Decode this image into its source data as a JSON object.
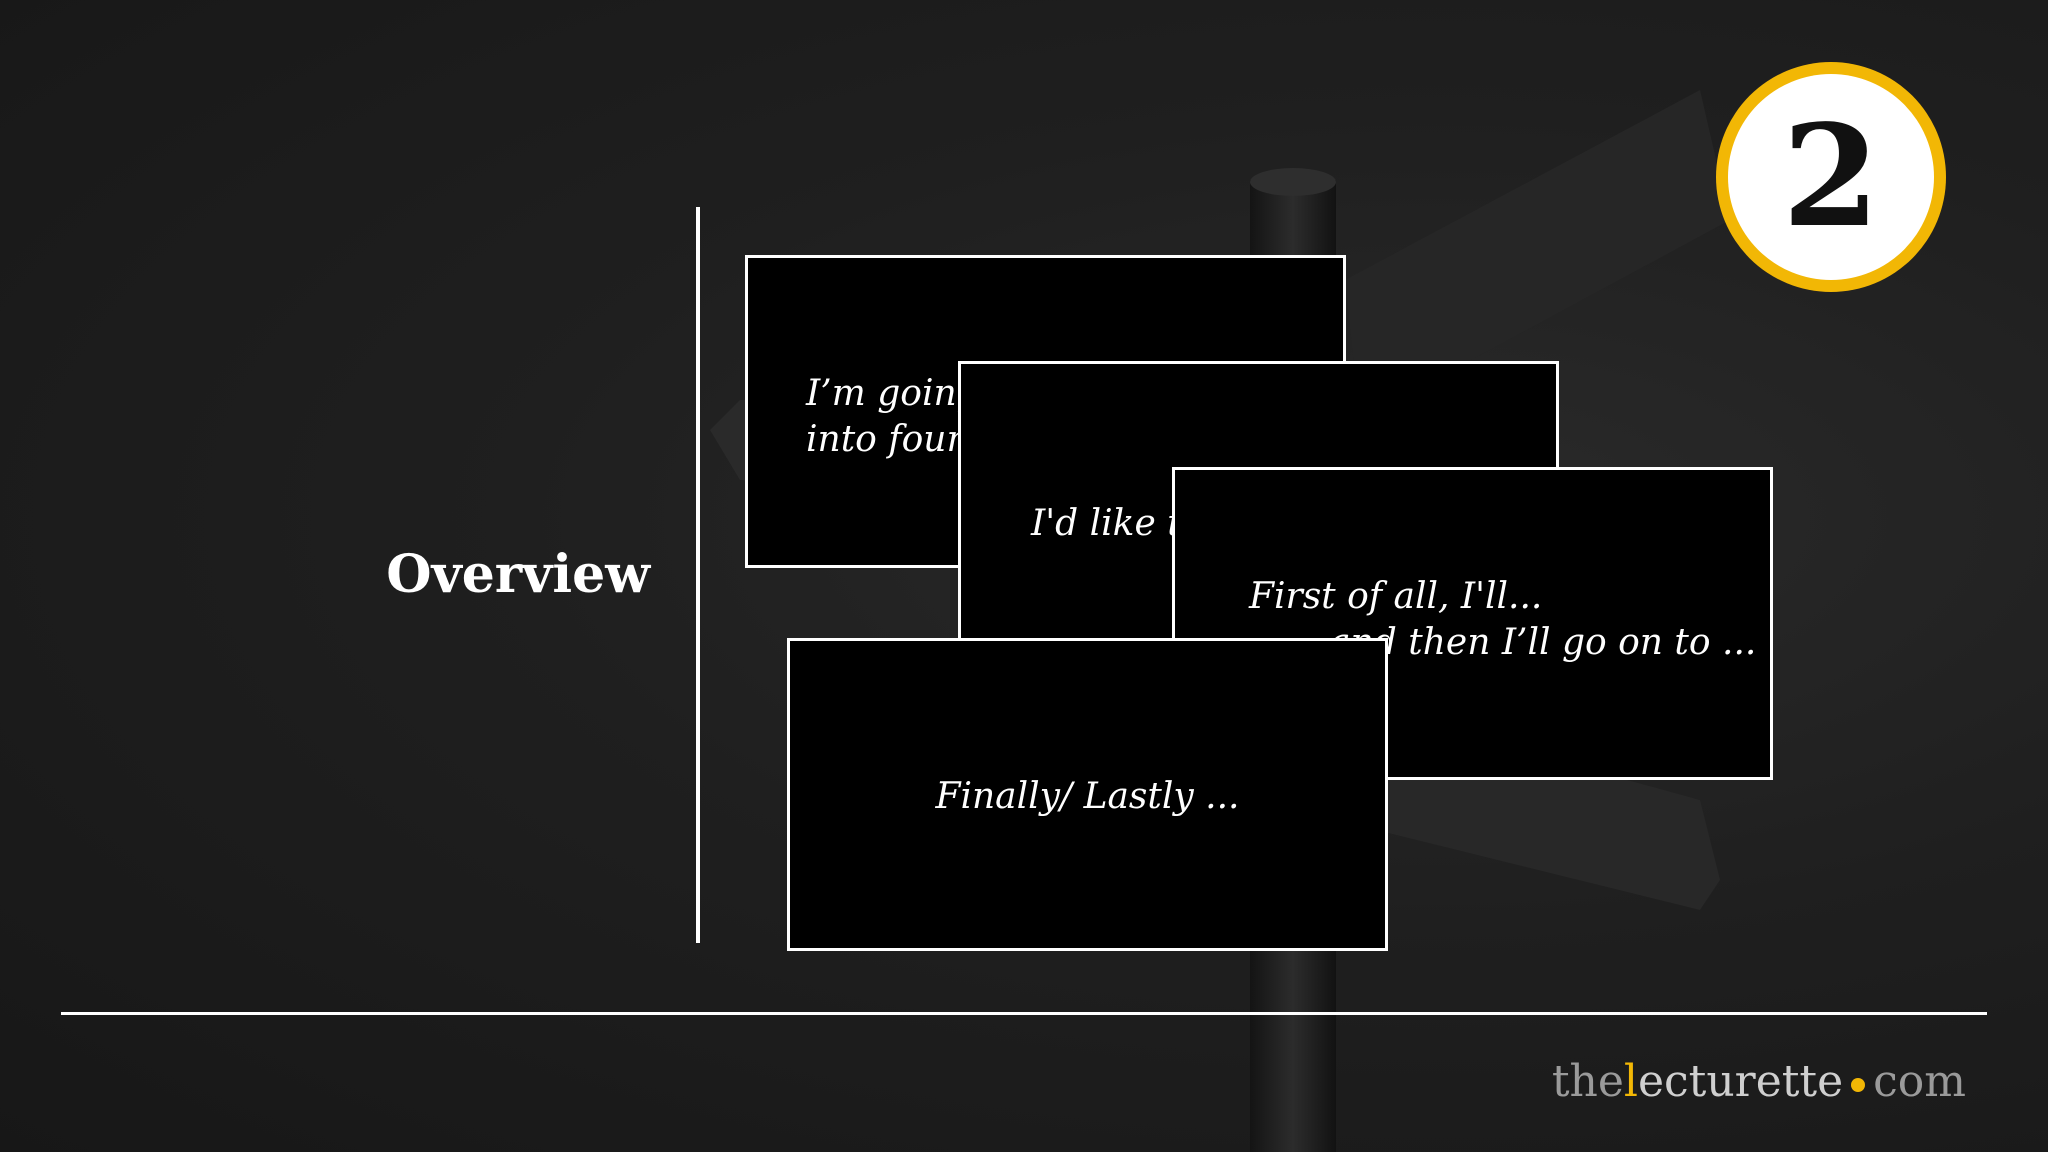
{
  "slide": {
    "title": "Overview",
    "badge_number": "2"
  },
  "cards": [
    {
      "text": "I’m going to divide my talk\ninto four parts."
    },
    {
      "text": "I'd like to start by ..."
    },
    {
      "text": "First of all, I'll...\n   ... and then I’ll go on to ..."
    },
    {
      "text": "Finally/ Lastly ..."
    }
  ],
  "brand": {
    "part1": "the",
    "part2": "l",
    "part3": "ecturette",
    "part4": "com"
  },
  "colors": {
    "accent": "#f2b705",
    "background": "#1d1d1d",
    "card_background": "#000000",
    "text": "#ffffff"
  },
  "icons": {
    "background_image": "signpost-icon",
    "badge": "step-number-badge"
  }
}
